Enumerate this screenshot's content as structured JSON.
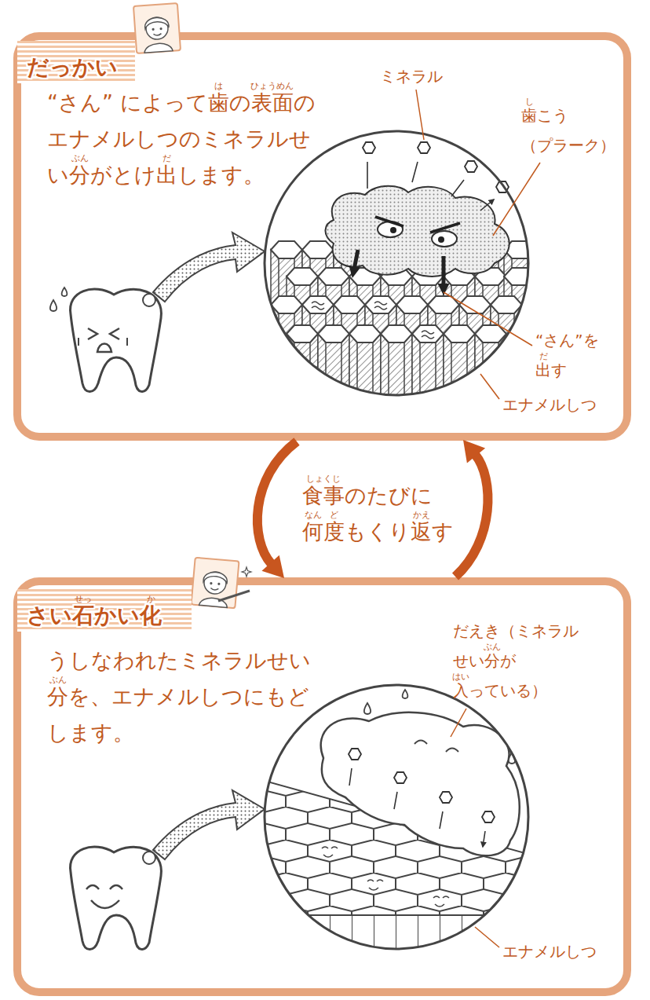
{
  "diagram": {
    "nodes": [
      {
        "text": [
          "だっかい",
          "“さん” によって歯の表面のエナメルしつのミネラルせい分がとけ出します。"
        ]
      },
      {
        "text": [
          "さい石かい化",
          "うしなわれたミネラルせい分を、エナメルしつにもどします。"
        ]
      }
    ],
    "edges": [
      {
        "from": 0,
        "to": 1,
        "arrow": "to"
      },
      {
        "from": 1,
        "to": 0,
        "arrow": "to"
      }
    ],
    "labels": [
      "ミネラル",
      "し",
      "歯こう（プラーク）",
      "“さん”を出す",
      "だ",
      "エナメルしつ",
      "は",
      "ひょうめん",
      "ぶん",
      "だ",
      "しょくじ",
      "なん",
      "ど",
      "かえ",
      "食事のたびに何度もくり返す",
      "せっ",
      "か",
      "ぶん",
      "だえき（ミネラルせい分が入っている）",
      "ぶん",
      "はい",
      "エナメルしつ"
    ]
  }
}
